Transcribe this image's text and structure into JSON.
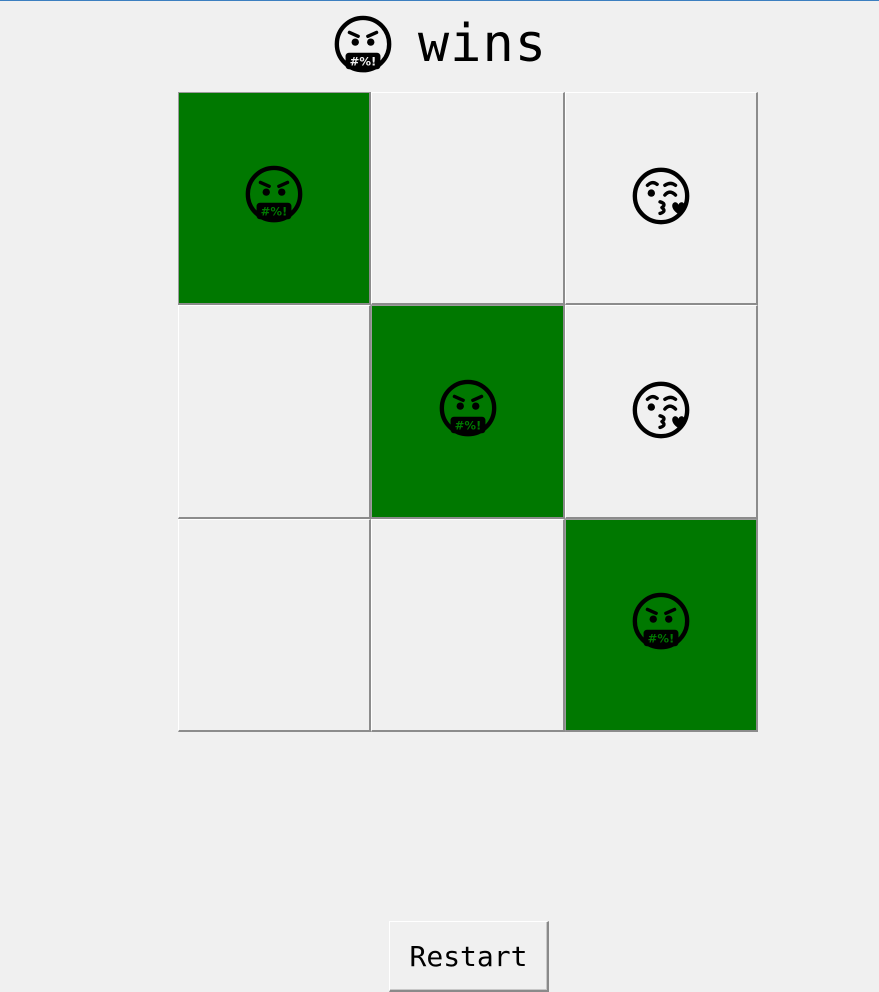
{
  "status": {
    "winner_icon": "cursing-face-icon",
    "text": "wins"
  },
  "board": {
    "cells": [
      {
        "mark": "cursing-face",
        "winning": true
      },
      {
        "mark": "",
        "winning": false
      },
      {
        "mark": "kissing-face",
        "winning": false
      },
      {
        "mark": "",
        "winning": false
      },
      {
        "mark": "cursing-face",
        "winning": true
      },
      {
        "mark": "kissing-face",
        "winning": false
      },
      {
        "mark": "",
        "winning": false
      },
      {
        "mark": "",
        "winning": false
      },
      {
        "mark": "cursing-face",
        "winning": true
      }
    ]
  },
  "controls": {
    "restart_label": "Restart"
  },
  "colors": {
    "background": "#f0f0f0",
    "win_highlight": "#007800"
  }
}
